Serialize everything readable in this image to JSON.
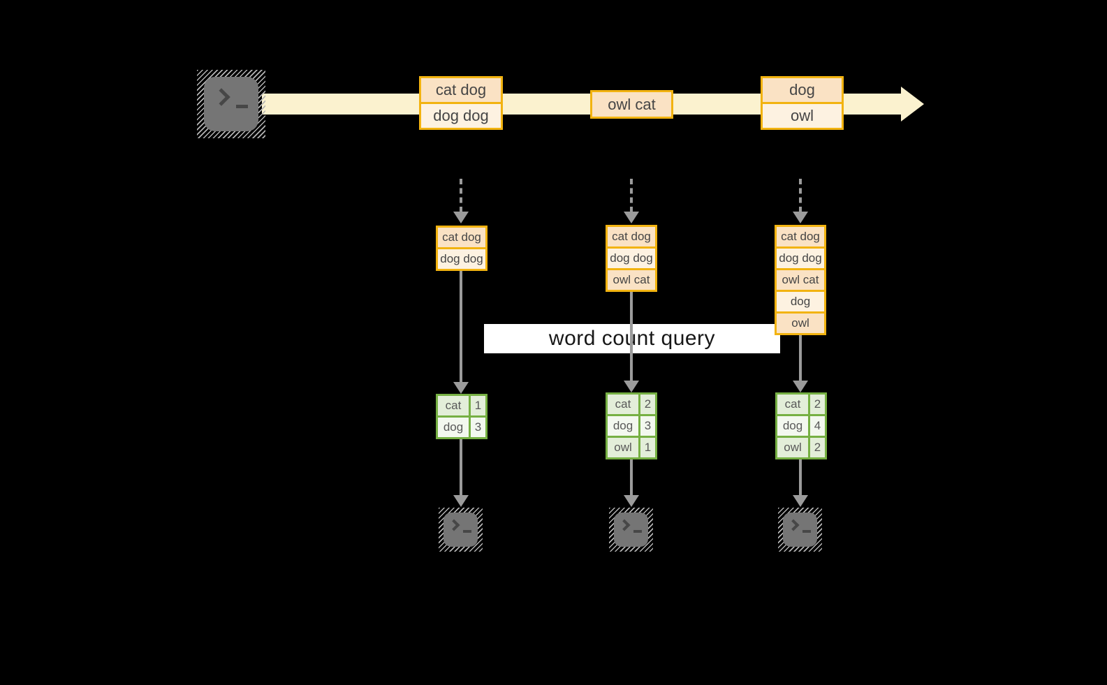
{
  "colors": {
    "background": "#000000",
    "stream-fill": "#FBF2CF",
    "box-border": "#F2B310",
    "box-fill-dark": "#FAE2C4",
    "box-fill-light": "#FDF2E1",
    "table-border": "#76B043",
    "table-fill-dark": "#E3EED9",
    "table-fill-light": "#F3F8EF",
    "arrow": "#9B9B9B",
    "icon-gray": "#757575",
    "label-bg": "#FFFFFF",
    "text-dark": "#454545"
  },
  "query": {
    "label": "word count query"
  },
  "stream": {
    "batches": {
      "b1": {
        "r1": "cat dog",
        "r2": "dog dog"
      },
      "b2": {
        "r1": "owl cat"
      },
      "b3": {
        "r1": "dog",
        "r2": "owl"
      }
    }
  },
  "columns": {
    "c1": {
      "state": {
        "r1": "cat dog",
        "r2": "dog dog"
      },
      "counts": {
        "r1": {
          "word": "cat",
          "count": "1"
        },
        "r2": {
          "word": "dog",
          "count": "3"
        }
      }
    },
    "c2": {
      "state": {
        "r1": "cat dog",
        "r2": "dog dog",
        "r3": "owl cat"
      },
      "counts": {
        "r1": {
          "word": "cat",
          "count": "2"
        },
        "r2": {
          "word": "dog",
          "count": "3"
        },
        "r3": {
          "word": "owl",
          "count": "1"
        }
      }
    },
    "c3": {
      "state": {
        "r1": "cat dog",
        "r2": "dog dog",
        "r3": "owl cat",
        "r4": "dog",
        "r5": "owl"
      },
      "counts": {
        "r1": {
          "word": "cat",
          "count": "2"
        },
        "r2": {
          "word": "dog",
          "count": "4"
        },
        "r3": {
          "word": "owl",
          "count": "2"
        }
      }
    }
  }
}
